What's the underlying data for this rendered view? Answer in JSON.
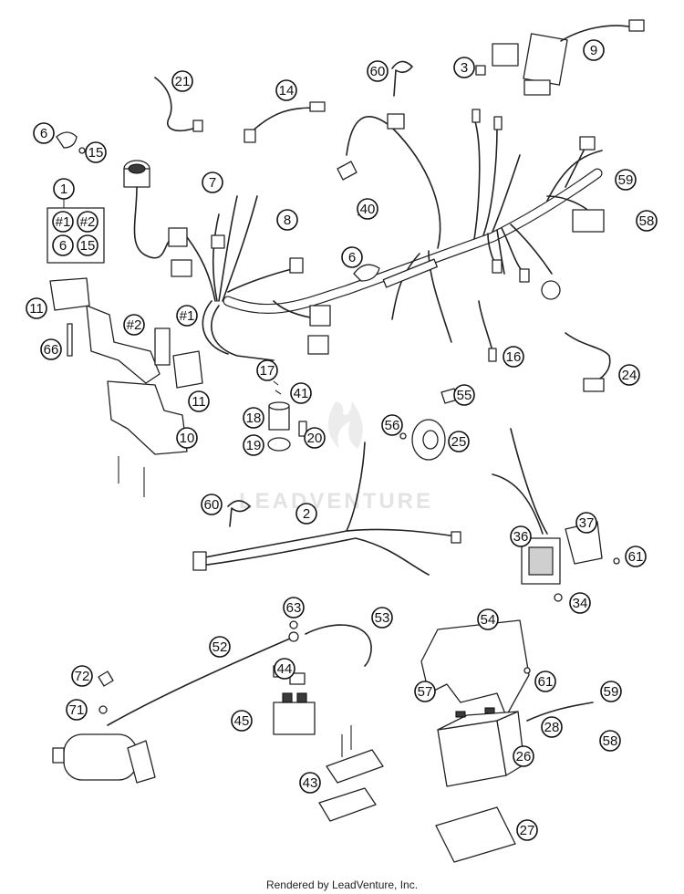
{
  "diagram": {
    "callouts": [
      {
        "id": "1",
        "label": "1"
      },
      {
        "id": "2",
        "label": "2"
      },
      {
        "id": "3",
        "label": "3"
      },
      {
        "id": "6a",
        "label": "6"
      },
      {
        "id": "6b",
        "label": "6"
      },
      {
        "id": "7",
        "label": "7"
      },
      {
        "id": "8",
        "label": "8"
      },
      {
        "id": "9",
        "label": "9"
      },
      {
        "id": "10",
        "label": "10"
      },
      {
        "id": "11a",
        "label": "11"
      },
      {
        "id": "11b",
        "label": "11"
      },
      {
        "id": "14",
        "label": "14"
      },
      {
        "id": "15",
        "label": "15"
      },
      {
        "id": "16",
        "label": "16"
      },
      {
        "id": "17",
        "label": "17"
      },
      {
        "id": "18",
        "label": "18"
      },
      {
        "id": "19",
        "label": "19"
      },
      {
        "id": "20",
        "label": "20"
      },
      {
        "id": "21",
        "label": "21"
      },
      {
        "id": "24",
        "label": "24"
      },
      {
        "id": "25",
        "label": "25"
      },
      {
        "id": "26",
        "label": "26"
      },
      {
        "id": "27",
        "label": "27"
      },
      {
        "id": "28",
        "label": "28"
      },
      {
        "id": "34",
        "label": "34"
      },
      {
        "id": "36",
        "label": "36"
      },
      {
        "id": "37",
        "label": "37"
      },
      {
        "id": "40",
        "label": "40"
      },
      {
        "id": "41",
        "label": "41"
      },
      {
        "id": "43",
        "label": "43"
      },
      {
        "id": "44",
        "label": "44"
      },
      {
        "id": "45",
        "label": "45"
      },
      {
        "id": "52",
        "label": "52"
      },
      {
        "id": "53",
        "label": "53"
      },
      {
        "id": "54",
        "label": "54"
      },
      {
        "id": "55",
        "label": "55"
      },
      {
        "id": "56",
        "label": "56"
      },
      {
        "id": "57",
        "label": "57"
      },
      {
        "id": "58a",
        "label": "58"
      },
      {
        "id": "58b",
        "label": "58"
      },
      {
        "id": "59a",
        "label": "59"
      },
      {
        "id": "59b",
        "label": "59"
      },
      {
        "id": "60a",
        "label": "60"
      },
      {
        "id": "60b",
        "label": "60"
      },
      {
        "id": "61a",
        "label": "61"
      },
      {
        "id": "61b",
        "label": "61"
      },
      {
        "id": "63",
        "label": "63"
      },
      {
        "id": "66",
        "label": "66"
      },
      {
        "id": "71",
        "label": "71"
      },
      {
        "id": "72",
        "label": "72"
      },
      {
        "id": "h1",
        "label": "#1"
      },
      {
        "id": "h2",
        "label": "#2"
      }
    ],
    "kit": {
      "items": [
        {
          "id": "k1",
          "label": "#1"
        },
        {
          "id": "k2",
          "label": "#2"
        },
        {
          "id": "k6",
          "label": "6"
        },
        {
          "id": "k15",
          "label": "15"
        }
      ]
    },
    "watermark": "LEADVENTURE"
  },
  "footer": {
    "text": "Rendered by LeadVenture, Inc."
  }
}
